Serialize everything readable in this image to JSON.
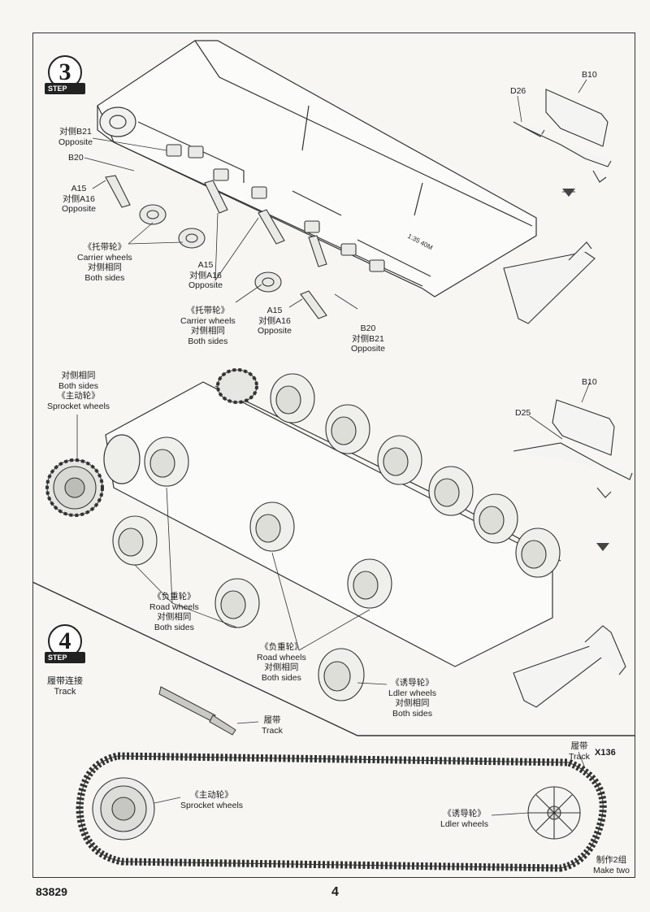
{
  "page": {
    "product_code": "83829",
    "page_number": "4"
  },
  "steps": [
    {
      "number": "3",
      "badge": "STEP"
    },
    {
      "number": "4",
      "badge": "STEP"
    }
  ],
  "step3": {
    "b21_top": {
      "zh": "对侧B21",
      "en": "Opposite"
    },
    "b20_top": "B20",
    "a15_left": {
      "code": "A15",
      "zh": "对侧A16",
      "en": "Opposite"
    },
    "carrier_upper": {
      "zh": "《托带轮》",
      "en": "Carrier wheels",
      "zh2": "对侧相同",
      "en2": "Both sides"
    },
    "a15_mid": {
      "code": "A15",
      "zh": "对侧A16",
      "en": "Opposite"
    },
    "carrier_lower": {
      "zh": "《托带轮》",
      "en": "Carrier wheels",
      "zh2": "对侧相同",
      "en2": "Both sides"
    },
    "a15_right": {
      "code": "A15",
      "zh": "对侧A16",
      "en": "Opposite"
    },
    "b20_bottom": {
      "code": "B20",
      "zh": "对侧B21",
      "en": "Opposite"
    },
    "d26": "D26",
    "b10_top": "B10",
    "hull_marking": "1:35 40M"
  },
  "step3b": {
    "sprocket": {
      "zh2": "对侧相同",
      "en2": "Both sides",
      "zh": "《主动轮》",
      "en": "Sprocket wheels"
    },
    "b10": "B10",
    "d25": "D25",
    "road_left": {
      "zh": "《负重轮》",
      "en": "Road wheels",
      "zh2": "对侧相同",
      "en2": "Both sides"
    },
    "road_mid": {
      "zh": "《负重轮》",
      "en": "Road wheels",
      "zh2": "对侧相同",
      "en2": "Both sides"
    },
    "idler": {
      "zh": "《诱导轮》",
      "en": "Ldler wheels",
      "zh2": "对侧相同",
      "en2": "Both sides"
    }
  },
  "step4": {
    "title": {
      "zh": "履带连接",
      "en": "Track"
    },
    "track_small": {
      "zh": "履带",
      "en": "Track"
    },
    "track_loop": {
      "zh": "履带",
      "en": "Track",
      "count": "X136"
    },
    "sprocket": {
      "zh": "《主动轮》",
      "en": "Sprocket wheels"
    },
    "idler": {
      "zh": "《诱导轮》",
      "en": "Ldler wheels"
    },
    "make": {
      "zh": "制作2组",
      "en": "Make two"
    }
  }
}
